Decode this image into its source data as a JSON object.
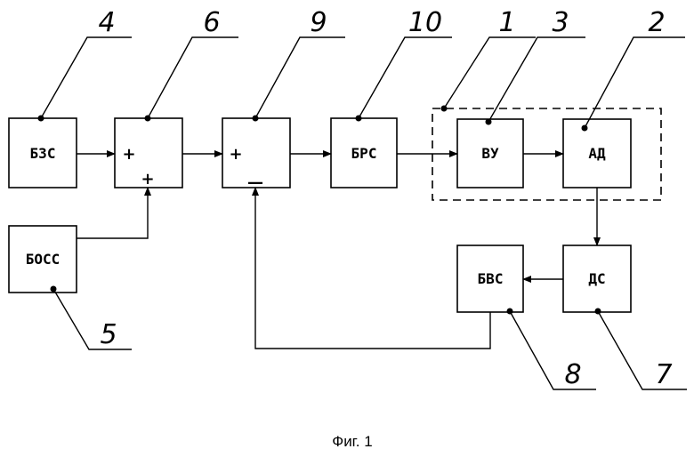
{
  "blocks": {
    "bzs": "БЗС",
    "boss": "БОСС",
    "brs": "БРС",
    "vu": "ВУ",
    "ad": "АД",
    "ds": "ДС",
    "bvs": "БВС"
  },
  "signs": {
    "adder6_in1": "+",
    "adder6_in2": "+",
    "adder9_in1": "+",
    "adder9_in2": "—"
  },
  "callouts": {
    "n1": "1",
    "n2": "2",
    "n3": "3",
    "n4": "4",
    "n5": "5",
    "n6": "6",
    "n7": "7",
    "n8": "8",
    "n9": "9",
    "n10": "10"
  },
  "caption": "Фиг. 1"
}
